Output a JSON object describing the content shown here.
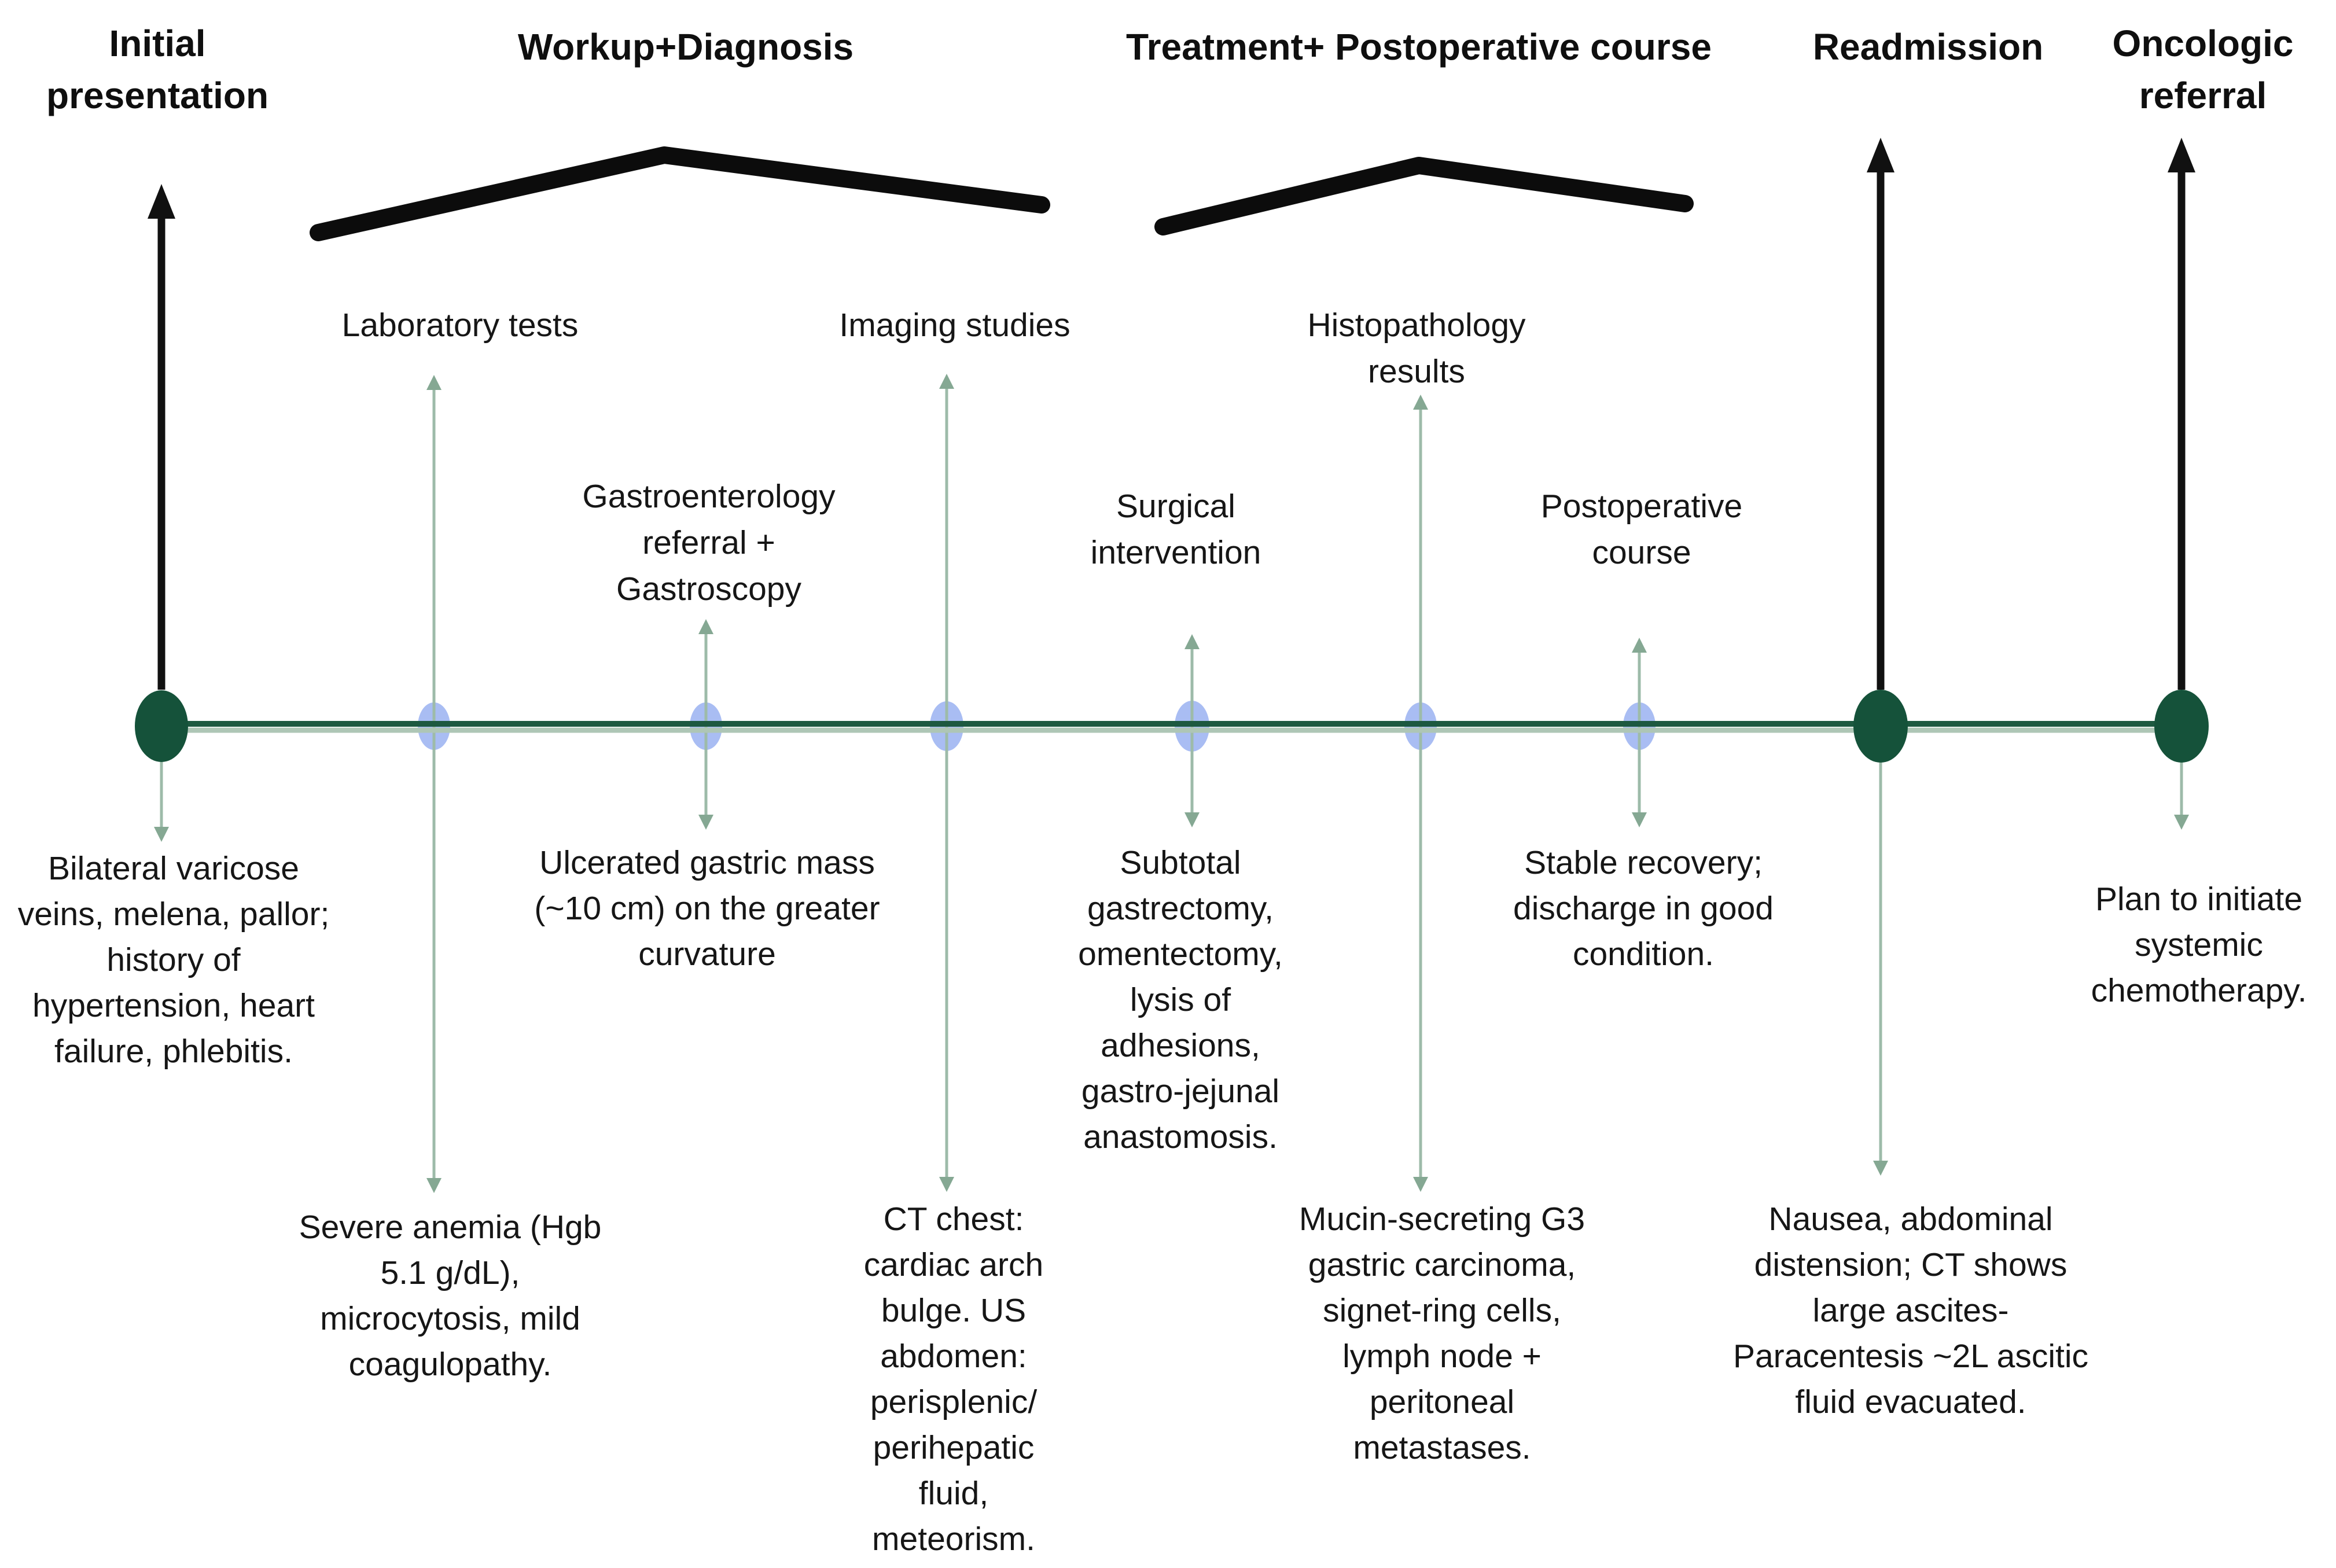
{
  "phases": {
    "initial": {
      "title": "Initial presentation",
      "note": "Bilateral varicose veins, melena, pallor; history of hypertension, heart failure, phlebitis."
    },
    "workup": {
      "title": "Workup+Diagnosis"
    },
    "treatment": {
      "title": "Treatment+ Postoperative course"
    },
    "readmission": {
      "title": "Readmission",
      "note": "Nausea, abdominal distension; CT shows large ascites- Paracentesis ~2L ascitic fluid evacuated."
    },
    "oncologic": {
      "title": "Oncologic referral",
      "note": "Plan to initiate systemic chemotherapy."
    }
  },
  "events": {
    "laboratory": {
      "label": "Laboratory tests",
      "note": "Severe anemia (Hgb 5.1 g/dL), microcytosis, mild coagulopathy."
    },
    "gastroenterology": {
      "label": "Gastroenterology referral + Gastroscopy",
      "note": "Ulcerated gastric mass (~10 cm) on the greater curvature"
    },
    "imaging": {
      "label": "Imaging studies",
      "note": "CT chest: cardiac arch bulge. US abdomen: perisplenic/ perihepatic fluid, meteorism."
    },
    "surgical": {
      "label": "Surgical intervention",
      "note": "Subtotal gastrectomy, omentectomy, lysis of adhesions, gastro-jejunal anastomosis."
    },
    "histopathology": {
      "label": "Histopathology results",
      "note": "Mucin-secreting G3 gastric carcinoma, signet-ring cells, lymph node + peritoneal metastases."
    },
    "postoperative": {
      "label": "Postoperative course",
      "note": "Stable recovery; discharge in good condition."
    }
  },
  "colors": {
    "milestone_dot": "#15523a",
    "event_dot": "#a9bdf3",
    "timeline_dark": "#1d5940",
    "timeline_light": "#aec6b6",
    "arrow_green": "#9dbba9",
    "arrow_green_head": "#85a893",
    "arrow_black": "#111111"
  }
}
